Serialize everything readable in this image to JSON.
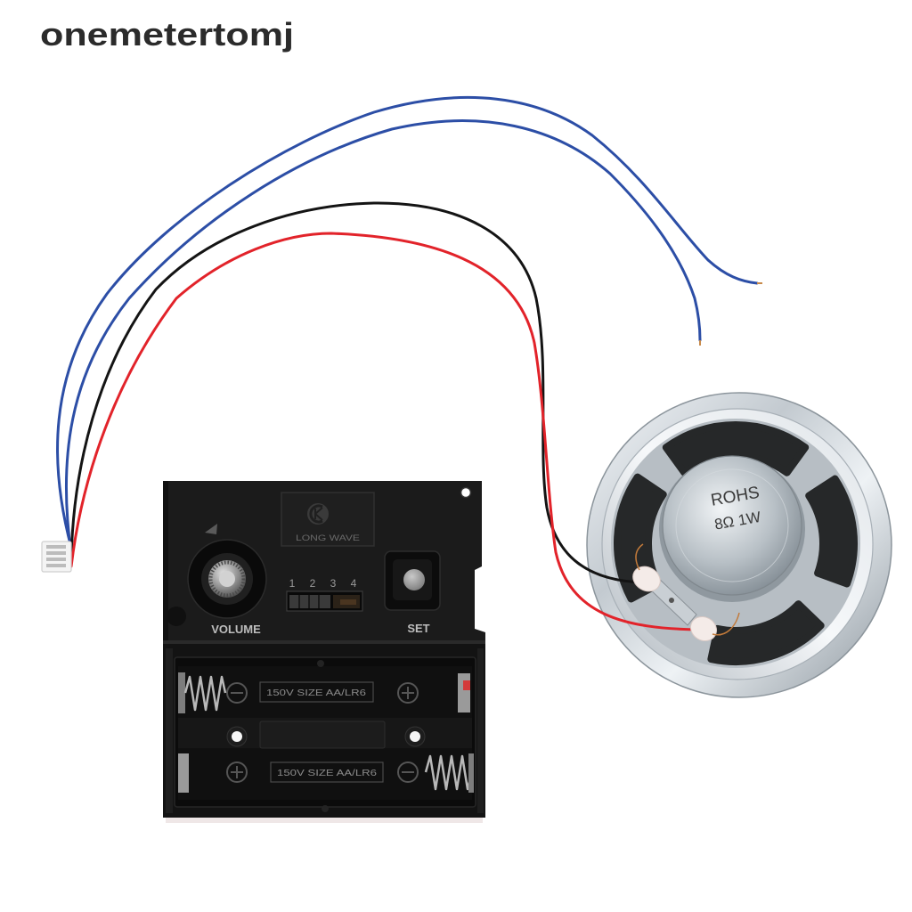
{
  "watermark": "onemetertomj",
  "clock_movement": {
    "logo_text": "LONG WAVE",
    "volume_label": "VOLUME",
    "set_label": "SET",
    "dip_switch_numbers": [
      "1",
      "2",
      "3",
      "4"
    ],
    "battery_labels": [
      "150V SIZE AA/LR6",
      "150V SIZE AA/LR6"
    ]
  },
  "speaker": {
    "marking_line_1": "ROHS",
    "marking_line_2": "8Ω 1W"
  },
  "wire_colors": {
    "blue": "#2c4ea6",
    "black": "#141414",
    "red": "#e2232a"
  }
}
